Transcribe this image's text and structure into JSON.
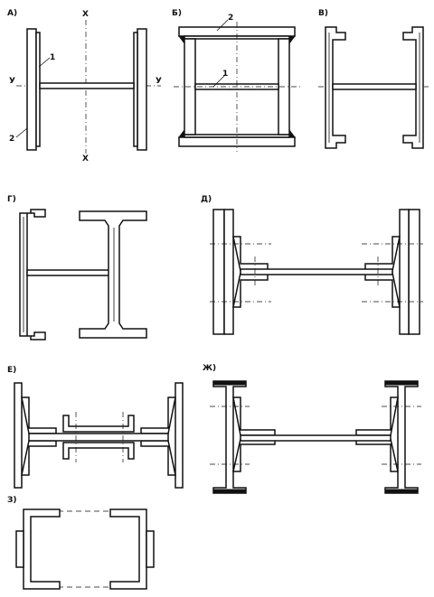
{
  "panels": {
    "a": {
      "label": "А)"
    },
    "b": {
      "label": "Б)"
    },
    "v": {
      "label": "В)"
    },
    "g": {
      "label": "Г)"
    },
    "d": {
      "label": "Д)"
    },
    "e": {
      "label": "Е)"
    },
    "zh": {
      "label": "Ж)"
    },
    "z": {
      "label": "З)"
    }
  },
  "axes": {
    "x_top": "X",
    "x_bottom": "X",
    "y_left": "У",
    "y_right": "У"
  },
  "callouts": {
    "a_1": "1",
    "a_2": "2",
    "b_1": "1",
    "b_2": "2"
  }
}
